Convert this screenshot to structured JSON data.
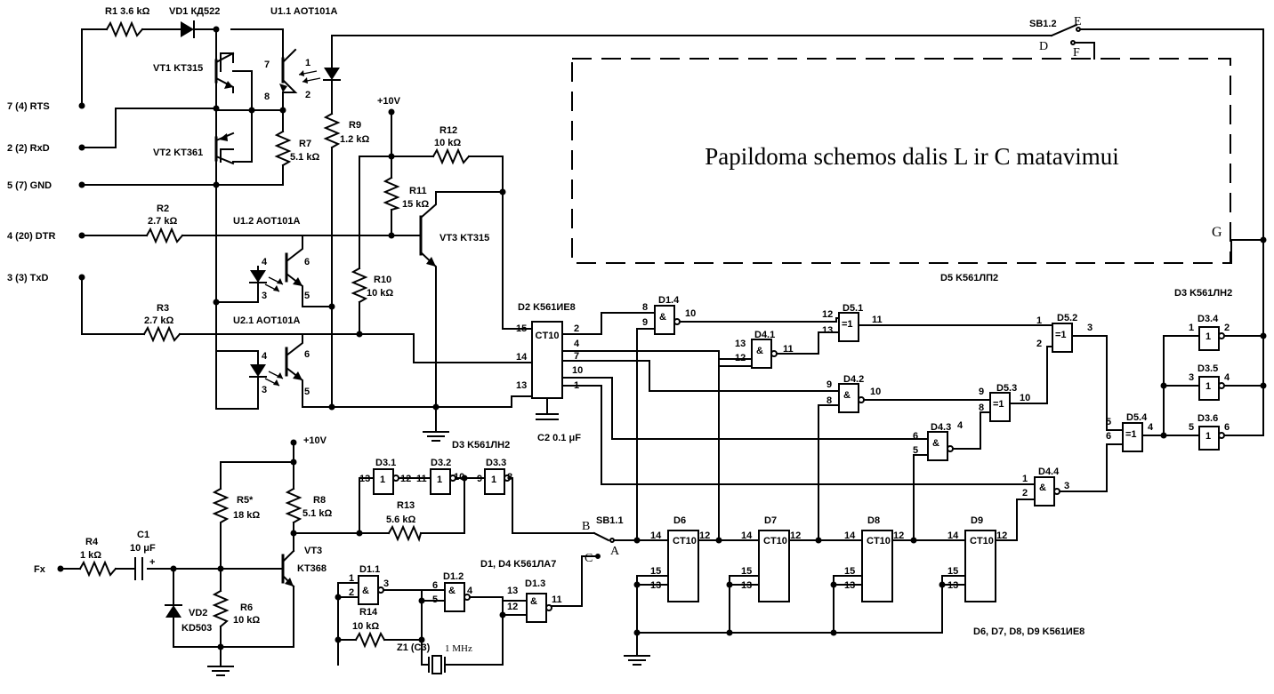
{
  "ports": {
    "rts": "7 (4)   RTS",
    "rxd": "2 (2)   RxD",
    "gnd": "5 (7)   GND",
    "dtr": "4 (20)  DTR",
    "txd": "3 (3)   TxD",
    "fx": "Fx"
  },
  "components": {
    "r1": "R1  3.6 kΩ",
    "vd1": "VD1  КД522",
    "vt1": "VT1 KT315",
    "vt2": "VT2 KT361",
    "u11": "U1.1 AOT101A",
    "u12": "U1.2 AOT101A",
    "u21": "U2.1 AOT101A",
    "r7a": "R7",
    "r7b": "5.1 kΩ",
    "r9a": "R9",
    "r9b": "1.2 kΩ",
    "r12a": "R12",
    "r12b": "10 kΩ",
    "r11a": "R11",
    "r11b": "15 kΩ",
    "vt3a": "VT3  KT315",
    "r2a": "R2",
    "r2b": "2.7 kΩ",
    "r3a": "R3",
    "r3b": "2.7 kΩ",
    "r10a": "R10",
    "r10b": "10 kΩ",
    "pwr1": "+10V",
    "pwr2": "+10V",
    "d2": "D2  K561ИЕ8",
    "c2": "C2  0.1 μF",
    "d3a": "D3  K561ЛН2",
    "d3b": "D3  K561ЛН2",
    "d5": "D5  K561ЛП2",
    "r5a": "R5*",
    "r5b": "18 kΩ",
    "r8a": "R8",
    "r8b": "5.1 kΩ",
    "r13a": "R13",
    "r13b": "5.6 kΩ",
    "vt3ba": "VT3",
    "vt3bb": "KT368",
    "r4a": "R4",
    "r4b": "1 kΩ",
    "c1a": "C1",
    "c1b": "10 μF",
    "r6a": "R6",
    "r6b": "10 kΩ",
    "vd2a": "VD2",
    "vd2b": "KD503",
    "r14a": "R14",
    "r14b": "10 kΩ",
    "z1": "Z1 (C3)",
    "mhz": "1 MHz",
    "d1d4": "D1, D4  K561ЛА7",
    "d6d9": "D6, D7, D8, D9  K561ИЕ8",
    "sb11": "SB1.1",
    "sb12": "SB1.2"
  },
  "gates": {
    "d11": "D1.1",
    "d12": "D1.2",
    "d13": "D1.3",
    "d14": "D1.4",
    "d31": "D3.1",
    "d32": "D3.2",
    "d33": "D3.3",
    "d34": "D3.4",
    "d35": "D3.5",
    "d36": "D3.6",
    "d41": "D4.1",
    "d42": "D4.2",
    "d43": "D4.3",
    "d44": "D4.4",
    "d51": "D5.1",
    "d52": "D5.2",
    "d53": "D5.3",
    "d54": "D5.4",
    "d6": "D6",
    "d7": "D7",
    "d8": "D8",
    "d9": "D9",
    "ct10": "CT10",
    "and": "&",
    "xor": "=1",
    "inv": "1"
  },
  "nodes": {
    "a": "A",
    "b": "B",
    "c": "C",
    "d": "D",
    "e": "E",
    "f": "F",
    "g": "G"
  },
  "note": "Papildoma schemos dalis L ir C matavimui"
}
